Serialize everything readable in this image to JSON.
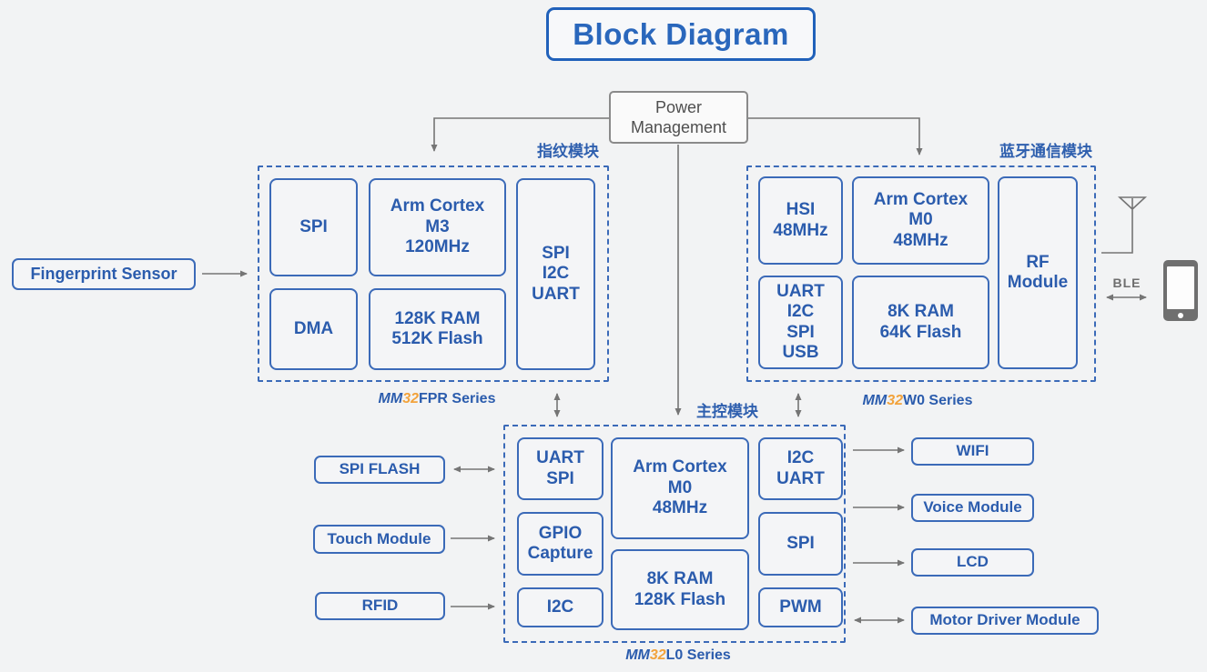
{
  "title": "Block Diagram",
  "colors": {
    "box_border_blue": "#3b6ab8",
    "text_blue": "#2b5cad",
    "title_blue": "#2a67bc",
    "series_orange": "#f2a33c",
    "connector_gray": "#757575",
    "power_border_gray": "#8a8a8a",
    "background": "#f2f3f4"
  },
  "power": {
    "lines": [
      "Power",
      "Management"
    ]
  },
  "modules": {
    "fingerprint": {
      "label": "指纹模块",
      "series": {
        "mm": "MM",
        "num": "32",
        "rest": "FPR Series"
      },
      "boxes": {
        "spi": "SPI",
        "cpu": [
          "Arm Cortex",
          "M3",
          "120MHz"
        ],
        "dma": "DMA",
        "mem": [
          "128K RAM",
          "512K Flash"
        ],
        "periph": [
          "SPI",
          "I2C",
          "UART"
        ]
      }
    },
    "bluetooth": {
      "label": "蓝牙通信模块",
      "series": {
        "mm": "MM",
        "num": "32",
        "rest": "W0 Series"
      },
      "boxes": {
        "hsi": [
          "HSI",
          "48MHz"
        ],
        "cpu": [
          "Arm Cortex",
          "M0",
          "48MHz"
        ],
        "periph": [
          "UART",
          "I2C",
          "SPI",
          "USB"
        ],
        "mem": [
          "8K RAM",
          "64K Flash"
        ],
        "rf": [
          "RF",
          "Module"
        ]
      }
    },
    "main": {
      "label": "主控模块",
      "series": {
        "mm": "MM",
        "num": "32",
        "rest": "L0 Series"
      },
      "boxes": {
        "uart_spi": [
          "UART",
          "SPI"
        ],
        "cpu": [
          "Arm Cortex",
          "M0",
          "48MHz"
        ],
        "i2c_uart": [
          "I2C",
          "UART"
        ],
        "gpio": [
          "GPIO",
          "Capture"
        ],
        "spi": "SPI",
        "mem": [
          "8K RAM",
          "128K Flash"
        ],
        "i2c": "I2C",
        "pwm": "PWM"
      }
    }
  },
  "external": {
    "fingerprint_sensor": "Fingerprint Sensor",
    "spi_flash": "SPI FLASH",
    "touch_module": "Touch Module",
    "rfid": "RFID",
    "wifi": "WIFI",
    "voice_module": "Voice Module",
    "lcd": "LCD",
    "motor_driver": "Motor Driver Module",
    "ble": "BLE"
  },
  "icons": {
    "antenna": "antenna-icon",
    "phone": "smartphone-icon"
  }
}
